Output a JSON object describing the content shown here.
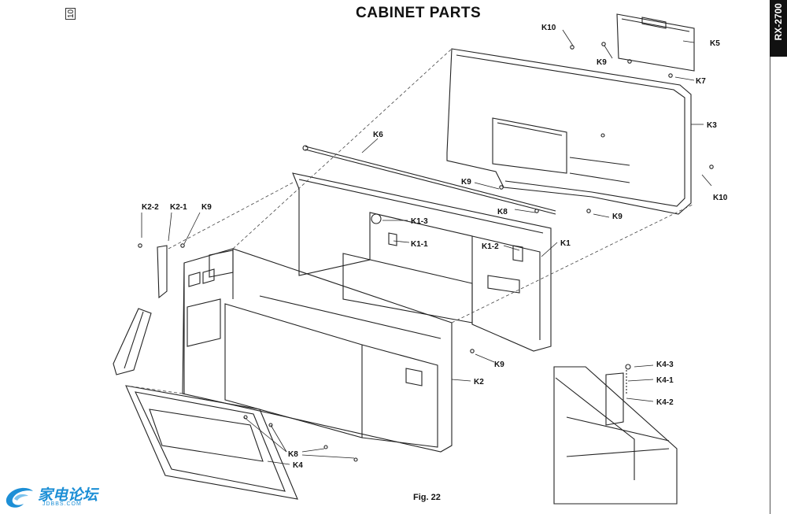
{
  "title": "CABINET PARTS",
  "page_number": "10",
  "model_tab": "RX-2700",
  "figure_caption": "Fig. 22",
  "logo": {
    "name": "家电论坛",
    "url": "JDBBS.COM"
  },
  "part_labels": {
    "k10_top": "K10",
    "k9_top": "K9",
    "k5": "K5",
    "k7": "K7",
    "k3": "K3",
    "k10_right": "K10",
    "k6": "K6",
    "k9_mid": "K9",
    "k8_mid": "K8",
    "k9_right": "K9",
    "k2_2": "K2-2",
    "k2_1": "K2-1",
    "k9_left": "K9",
    "k1_3": "K1-3",
    "k1_1": "K1-1",
    "k1_2": "K1-2",
    "k1": "K1",
    "k9_bottom": "K9",
    "k2": "K2",
    "k8_bottom": "K8",
    "k4": "K4",
    "k4_3": "K4-3",
    "k4_1": "K4-1",
    "k4_2": "K4-2"
  }
}
